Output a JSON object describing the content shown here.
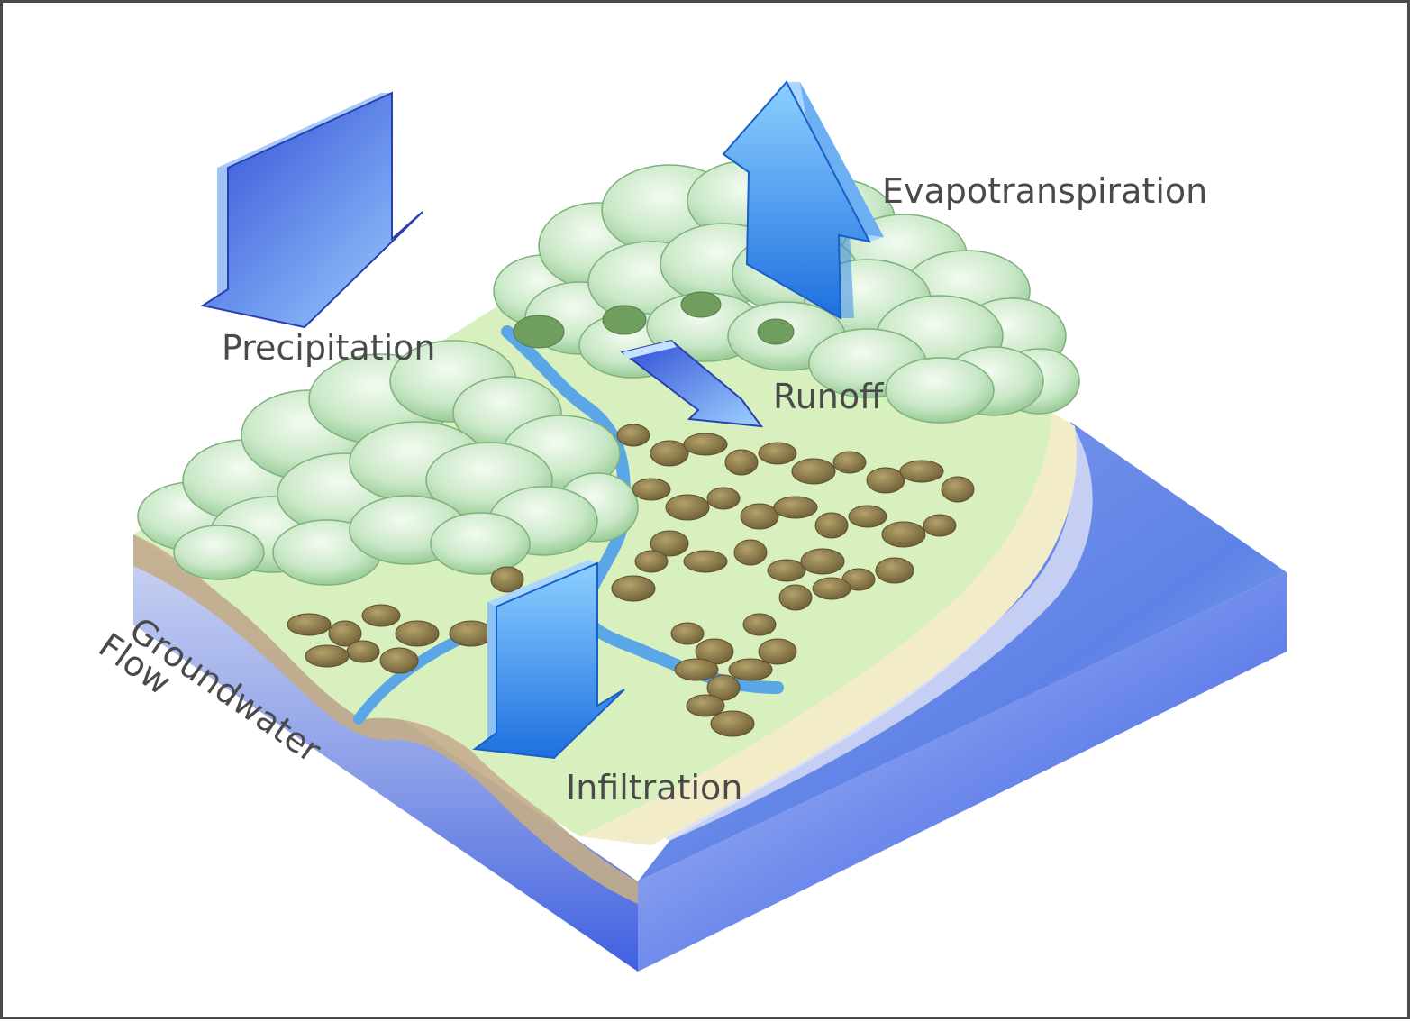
{
  "diagram": {
    "labels": {
      "precipitation": "Precipitation",
      "evapotranspiration": "Evapotranspiration",
      "runoff": "Runoff",
      "infiltration": "Infiltration",
      "groundwater_line1": "Groundwater",
      "groundwater_line2": "Flow"
    }
  },
  "colors": {
    "arrow_dark": "#2f4fd8",
    "arrow_light": "#6fb6ff",
    "canopy_light": "#e8f6e6",
    "canopy_mid": "#a9d7a8",
    "ground_green": "#d9f2c0",
    "stream_blue": "#5aa6e6",
    "shrub_brown": "#8a7a4a",
    "sand": "#f3ecc8",
    "ocean": "#5a7fe0",
    "soil": "#c3ad87",
    "text": "#4a4a4a"
  }
}
